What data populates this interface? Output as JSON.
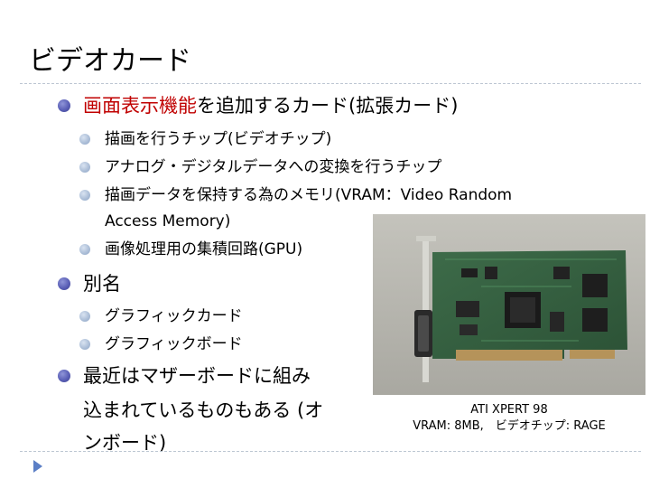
{
  "slide": {
    "title": "ビデオカード",
    "bullets": [
      {
        "highlight": "画面表示機能",
        "text": "を追加するカード(拡張カード)"
      },
      {
        "text": "描画を行うチップ(ビデオチップ)"
      },
      {
        "text": "アナログ・デジタルデータへの変換を行うチップ"
      },
      {
        "text": "描画データを保持する為のメモリ(VRAM：Video Random"
      },
      {
        "text": "Access Memory)"
      },
      {
        "text": "画像処理用の集積回路(GPU)"
      },
      {
        "text": "別名"
      },
      {
        "text": "グラフィックカード"
      },
      {
        "text": "グラフィックボード"
      },
      {
        "text": "最近はマザーボードに組み"
      },
      {
        "text": "込まれているものもある (オ"
      },
      {
        "text": "ンボード)"
      }
    ],
    "photo": {
      "caption_line1": "ATI XPERT 98",
      "caption_line2": "VRAM: 8MB,　ビデオチップ: RAGE"
    }
  },
  "colors": {
    "highlight": "#c00000",
    "bullet_level1": "#5a5fb6",
    "bullet_level2": "#a9bcd6",
    "nav_arrow": "#5b7fc6"
  }
}
